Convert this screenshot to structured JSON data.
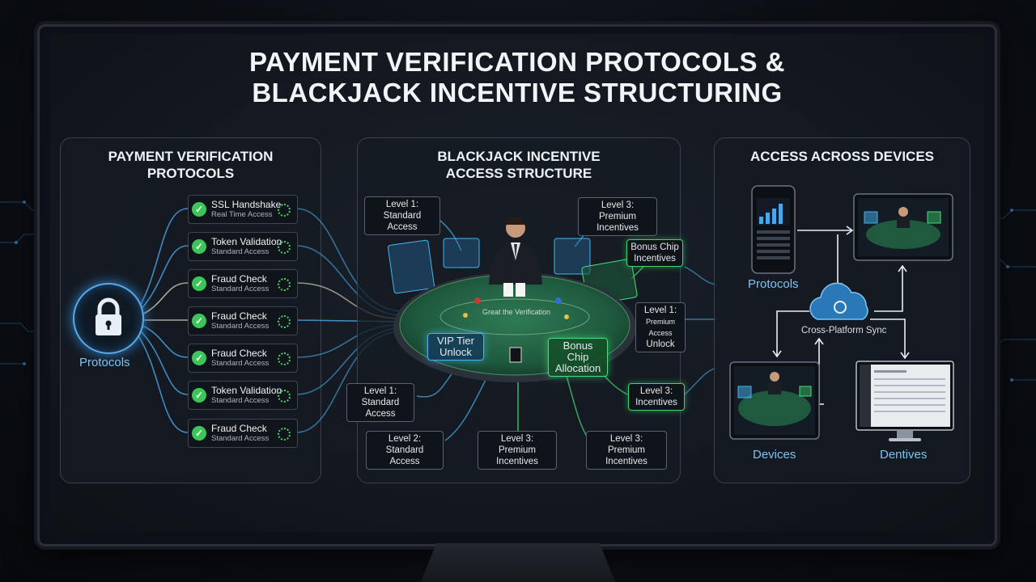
{
  "title": {
    "line1": "PAYMENT VERIFICATION PROTOCOLS &",
    "line2": "BLACKJACK INCENTIVE STRUCTURING"
  },
  "left_panel": {
    "title_line1": "PAYMENT VERIFICATION",
    "title_line2": "PROTOCOLS",
    "hub_label": "Protocols",
    "items": [
      {
        "name": "SSL Handshake",
        "sub": "Real Time Access"
      },
      {
        "name": "Token Validation",
        "sub": "Standard Access"
      },
      {
        "name": "Fraud Check",
        "sub": "Standard Access"
      },
      {
        "name": "Fraud Check",
        "sub": "Standard Access"
      },
      {
        "name": "Fraud Check",
        "sub": "Standard Access"
      },
      {
        "name": "Token Validation",
        "sub": "Standard Access"
      },
      {
        "name": "Fraud Check",
        "sub": "Standard Access"
      }
    ]
  },
  "center_panel": {
    "title_line1": "BLACKJACK INCENTIVE",
    "title_line2": "ACCESS STRUCTURE",
    "table_text": "Great the Verification",
    "tags": {
      "tl": {
        "l1": "Level 1:",
        "l2": "Standard Access"
      },
      "tr": {
        "l1": "Level 3:",
        "l2": "Premium Incentives"
      },
      "chip": {
        "l1": "Bonus Chip",
        "l2": "Incentives"
      },
      "right": {
        "l1": "Level 1:",
        "l2": "Premium Access",
        "l3": "Unlock"
      },
      "vip": {
        "l1": "VIP Tier",
        "l2": "Unlock"
      },
      "alloc": {
        "l1": "Bonus Chip",
        "l2": "Allocation"
      },
      "bl": {
        "l1": "Level 1:",
        "l2": "Standard Access"
      },
      "br_right": {
        "l1": "Level 3:",
        "l2": "Incentives"
      },
      "b1": {
        "l1": "Level 2:",
        "l2": "Standard Access"
      },
      "b2": {
        "l1": "Level 3:",
        "l2": "Premium Incentives"
      },
      "b3": {
        "l1": "Level 3:",
        "l2": "Premium Incentives"
      }
    }
  },
  "right_panel": {
    "title": "ACCESS ACROSS DEVICES",
    "protocols_label": "Protocols",
    "sync_label": "Cross-Platform Sync",
    "devices_label": "Devices",
    "dentives_label": "Dentives"
  },
  "colors": {
    "accent_blue": "#46b3f0",
    "accent_green": "#3fd46b",
    "felt": "#1f5a3e"
  }
}
